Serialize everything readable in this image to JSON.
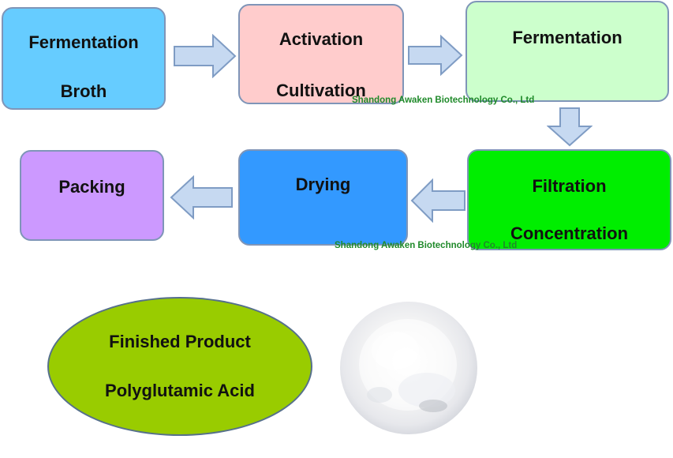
{
  "steps": {
    "fermentation_broth": {
      "line1": "Fermentation",
      "line2": "Broth",
      "color": "#66ccff"
    },
    "activation_cultivation": {
      "line1": "Activation",
      "line2": "Cultivation",
      "color": "#ffcccc"
    },
    "fermentation": {
      "line1": "Fermentation",
      "color": "#ccffcc"
    },
    "filtration_concentration": {
      "line1": "Filtration",
      "line2": "Concentration",
      "color": "#00ee00"
    },
    "drying": {
      "line1": "Drying",
      "color": "#3399ff"
    },
    "packing": {
      "line1": "Packing",
      "color": "#cc99ff"
    }
  },
  "product": {
    "line1": "Finished Product",
    "line2": "Polyglutamic Acid",
    "color": "#99cc00"
  },
  "watermark": {
    "text": "Shandong Awaken Biotechnology Co., Ltd",
    "color": "#1f8a2a"
  },
  "colors": {
    "arrow_fill": "#c6d9f1",
    "arrow_stroke": "#7f9cc4",
    "box_border": "#7f95b8"
  },
  "icons": {
    "arrow": "block-arrow",
    "powder": "white-powder-photo"
  }
}
